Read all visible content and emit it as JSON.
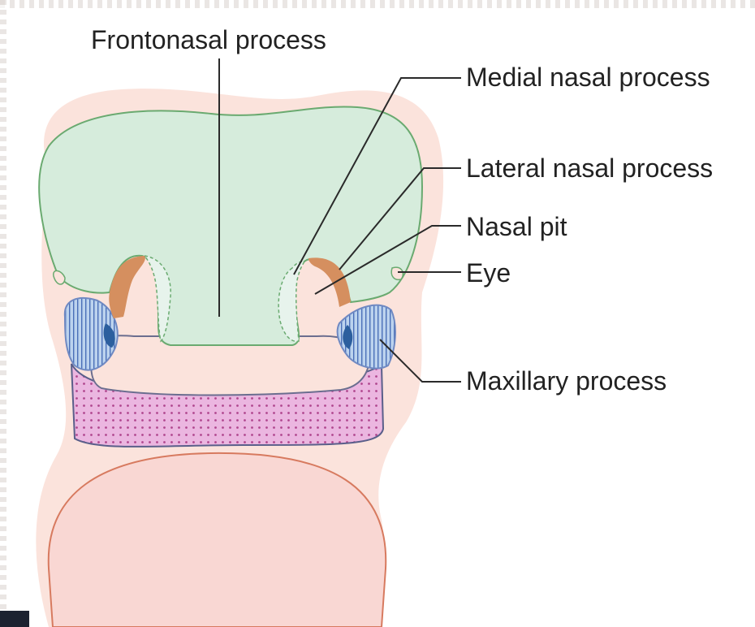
{
  "labels": {
    "frontonasal": "Frontonasal process",
    "medial_nasal": "Medial nasal process",
    "lateral_nasal": "Lateral nasal process",
    "nasal_pit": "Nasal pit",
    "eye": "Eye",
    "maxillary": "Maxillary process"
  },
  "colors": {
    "skin_outline": "#fbe3dc",
    "frontonasal_fill": "#d6ecdc",
    "frontonasal_stroke": "#6aaa70",
    "lateral_nasal_fill": "#d58f5f",
    "medial_nasal_fill": "#e7f3ec",
    "maxillary_fill": "#bcd3ee",
    "maxillary_stroke": "#3e6fb0",
    "mandibular_fill": "#ebb6e0",
    "mandibular_dots": "#b0468e",
    "mouth_floor_fill": "#f9d7d3",
    "mouth_floor_stroke": "#d77a5f"
  }
}
